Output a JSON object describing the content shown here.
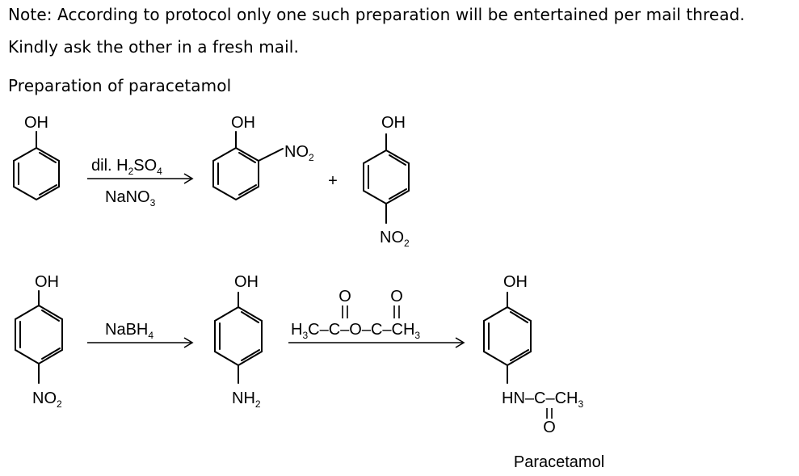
{
  "note": {
    "line1": "Note: According to protocol only one such preparation will be entertained per mail thread.",
    "line2": "Kindly ask the other in a fresh mail."
  },
  "heading": "Preparation of paracetamol",
  "reaction1": {
    "start_group": "OH",
    "reagent_top_main": "dil. H",
    "reagent_top_sub1": "2",
    "reagent_top_mid": "SO",
    "reagent_top_sub2": "4",
    "reagent_bottom_main": "NaNO",
    "reagent_bottom_sub": "3",
    "ortho_oh": "OH",
    "ortho_no2_main": "NO",
    "ortho_no2_sub": "2",
    "plus": "+",
    "para_oh": "OH",
    "para_no2_main": "NO",
    "para_no2_sub": "2"
  },
  "reaction2": {
    "start_oh": "OH",
    "start_no2_main": "NO",
    "start_no2_sub": "2",
    "reagent_main": "NaBH",
    "reagent_sub": "4",
    "amine_oh": "OH",
    "amine_nh2_main": "NH",
    "amine_nh2_sub": "2",
    "anhydride_o1": "O",
    "anhydride_o2": "O",
    "anhydride_h": "H",
    "anhydride_h_sub": "3",
    "anhydride_mid": "C–C–O–C–CH",
    "anhydride_end_sub": "3",
    "product_oh": "OH",
    "product_amide_main": "HN–C–CH",
    "product_amide_sub": "3",
    "product_carbonyl_o": "O",
    "product_name": "Paracetamol"
  }
}
